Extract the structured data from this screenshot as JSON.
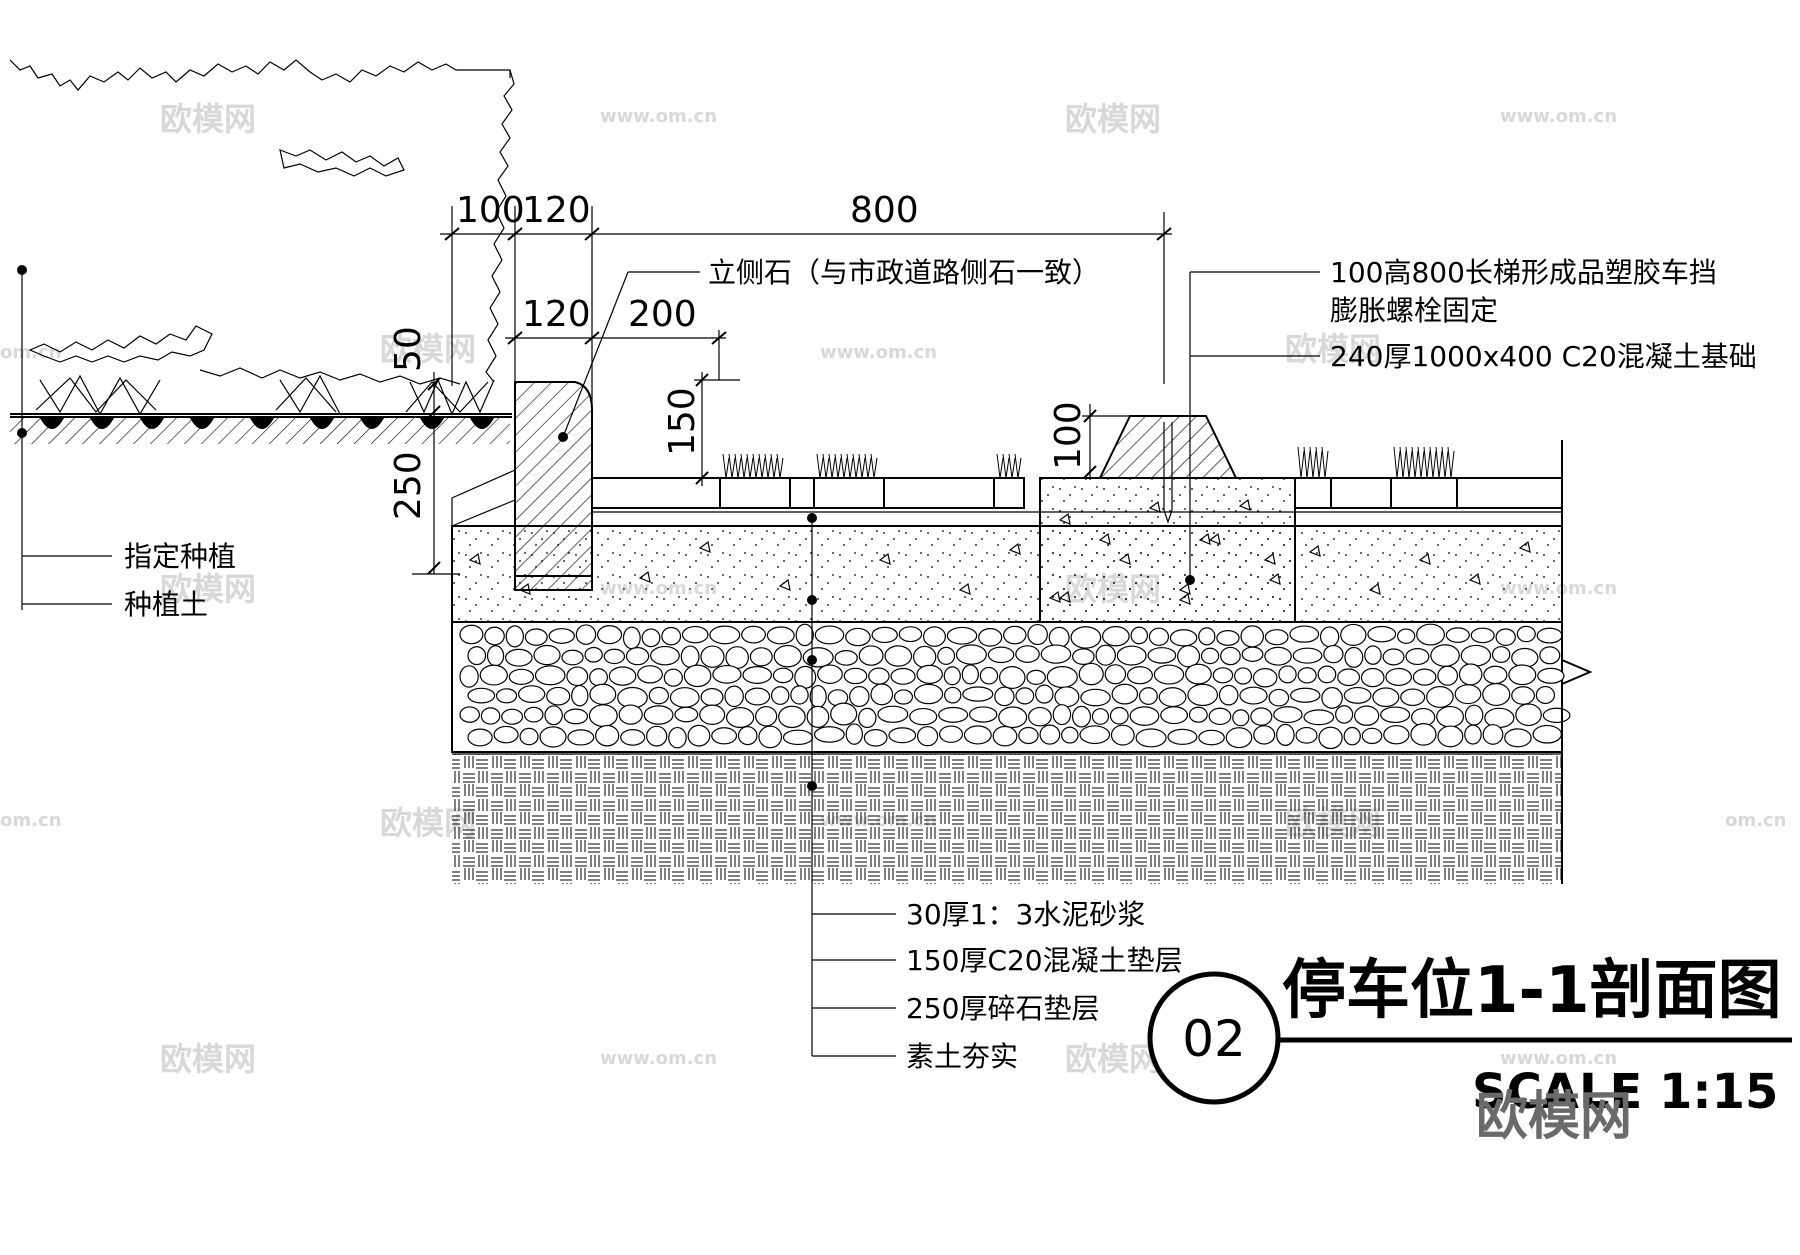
{
  "dimensions": {
    "d100": "100",
    "d120_top": "120",
    "d800": "800",
    "d120_mid": "120",
    "d200": "200",
    "d50": "50",
    "d150": "150",
    "d250": "250",
    "d100_stop": "100"
  },
  "labels": {
    "curb_stone": "立侧石（与市政道路侧石一致）",
    "wheel_stop_1": "100高800长梯形成品塑胶车挡",
    "wheel_stop_2": "膨胀螺栓固定",
    "wheel_stop_base": "240厚1000x400 C20混凝土基础",
    "planting": "指定种植",
    "planting_soil": "种植土",
    "mortar": "30厚1：3水泥砂浆",
    "concrete": "150厚C20混凝土垫层",
    "gravel": "250厚碎石垫层",
    "soil": "素土夯实"
  },
  "title_block": {
    "number": "02",
    "title": "停车位1-1剖面图",
    "scale": "SCALE 1:15"
  },
  "watermarks": {
    "logo": "欧模网",
    "url": "www.om.cn",
    "url2": "om.cn"
  },
  "colors": {
    "line": "#000000",
    "watermark": "#d8d8d8"
  }
}
